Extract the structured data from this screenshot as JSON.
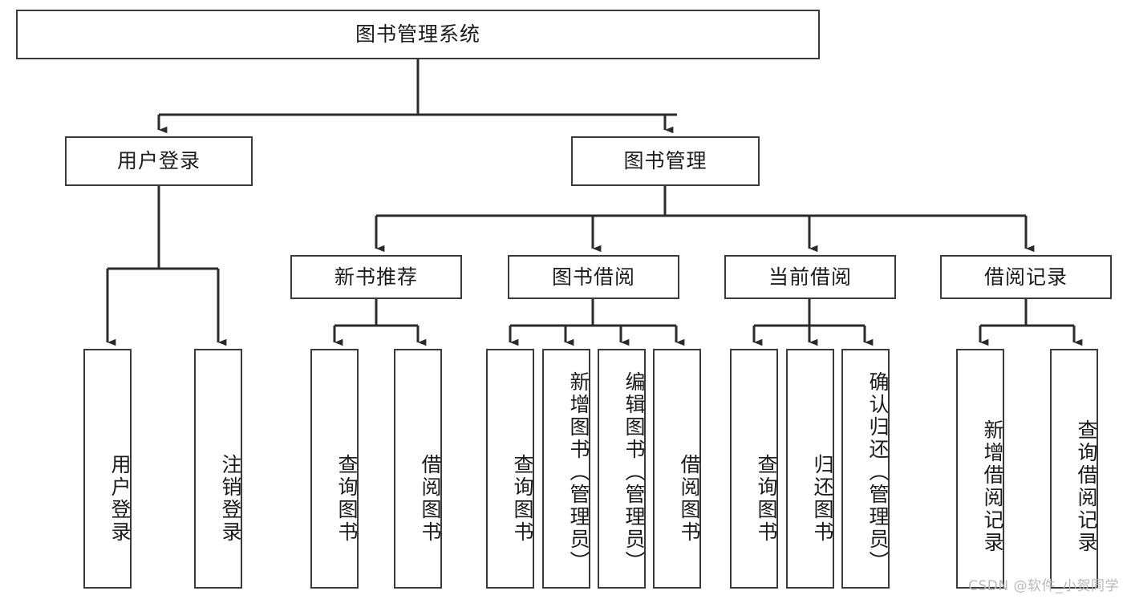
{
  "diagram": {
    "type": "tree-hierarchy",
    "title": "图书管理系统",
    "orientation": "top-down",
    "watermark": "CSDN @软件_小贺同学",
    "colors": {
      "box_border": "#3a3a3a",
      "box_fill": "#ffffff",
      "edge": "#2b2b2b",
      "text": "#1b1b1b",
      "watermark": "#b9b9b9",
      "background": "#ffffff"
    },
    "levels": [
      {
        "level": 0,
        "nodes": [
          {
            "id": "root",
            "label": "图书管理系统",
            "text_mode": "horizontal"
          }
        ]
      },
      {
        "level": 1,
        "nodes": [
          {
            "id": "user-login",
            "label": "用户登录",
            "text_mode": "horizontal",
            "parent": "root"
          },
          {
            "id": "book-manage",
            "label": "图书管理",
            "text_mode": "horizontal",
            "parent": "root"
          }
        ]
      },
      {
        "level": 2,
        "nodes": [
          {
            "id": "new-book-recommend",
            "label": "新书推荐",
            "text_mode": "horizontal",
            "parent": "book-manage"
          },
          {
            "id": "book-borrow",
            "label": "图书借阅",
            "text_mode": "horizontal",
            "parent": "book-manage"
          },
          {
            "id": "current-borrow",
            "label": "当前借阅",
            "text_mode": "horizontal",
            "parent": "book-manage"
          },
          {
            "id": "borrow-record",
            "label": "借阅记录",
            "text_mode": "horizontal",
            "parent": "book-manage"
          }
        ]
      },
      {
        "level": 3,
        "nodes": [
          {
            "id": "leaf-user-login",
            "label": "用户登录",
            "text_mode": "vertical",
            "parent": "user-login"
          },
          {
            "id": "leaf-logout-login",
            "label": "注销登录",
            "text_mode": "vertical",
            "parent": "user-login"
          },
          {
            "id": "leaf-query-book-1",
            "label": "查询图书",
            "text_mode": "vertical",
            "parent": "new-book-recommend"
          },
          {
            "id": "leaf-borrow-book-1",
            "label": "借阅图书",
            "text_mode": "vertical",
            "parent": "new-book-recommend"
          },
          {
            "id": "leaf-query-book-2",
            "label": "查询图书",
            "text_mode": "vertical",
            "parent": "book-borrow"
          },
          {
            "id": "leaf-add-book-admin",
            "label": "新增图书（管理员）",
            "text_mode": "vertical",
            "parent": "book-borrow"
          },
          {
            "id": "leaf-edit-book-admin",
            "label": "编辑图书（管理员）",
            "text_mode": "vertical",
            "parent": "book-borrow"
          },
          {
            "id": "leaf-borrow-book-2",
            "label": "借阅图书",
            "text_mode": "vertical",
            "parent": "book-borrow"
          },
          {
            "id": "leaf-query-book-3",
            "label": "查询图书",
            "text_mode": "vertical",
            "parent": "current-borrow"
          },
          {
            "id": "leaf-return-book",
            "label": "归还图书",
            "text_mode": "vertical",
            "parent": "current-borrow"
          },
          {
            "id": "leaf-confirm-return-admin",
            "label": "确认归还（管理员）",
            "text_mode": "vertical",
            "parent": "current-borrow"
          },
          {
            "id": "leaf-add-borrow-record",
            "label": "新增借阅记录",
            "text_mode": "vertical",
            "parent": "borrow-record"
          },
          {
            "id": "leaf-query-borrow-record",
            "label": "查询借阅记录",
            "text_mode": "vertical",
            "parent": "borrow-record"
          }
        ]
      }
    ]
  }
}
